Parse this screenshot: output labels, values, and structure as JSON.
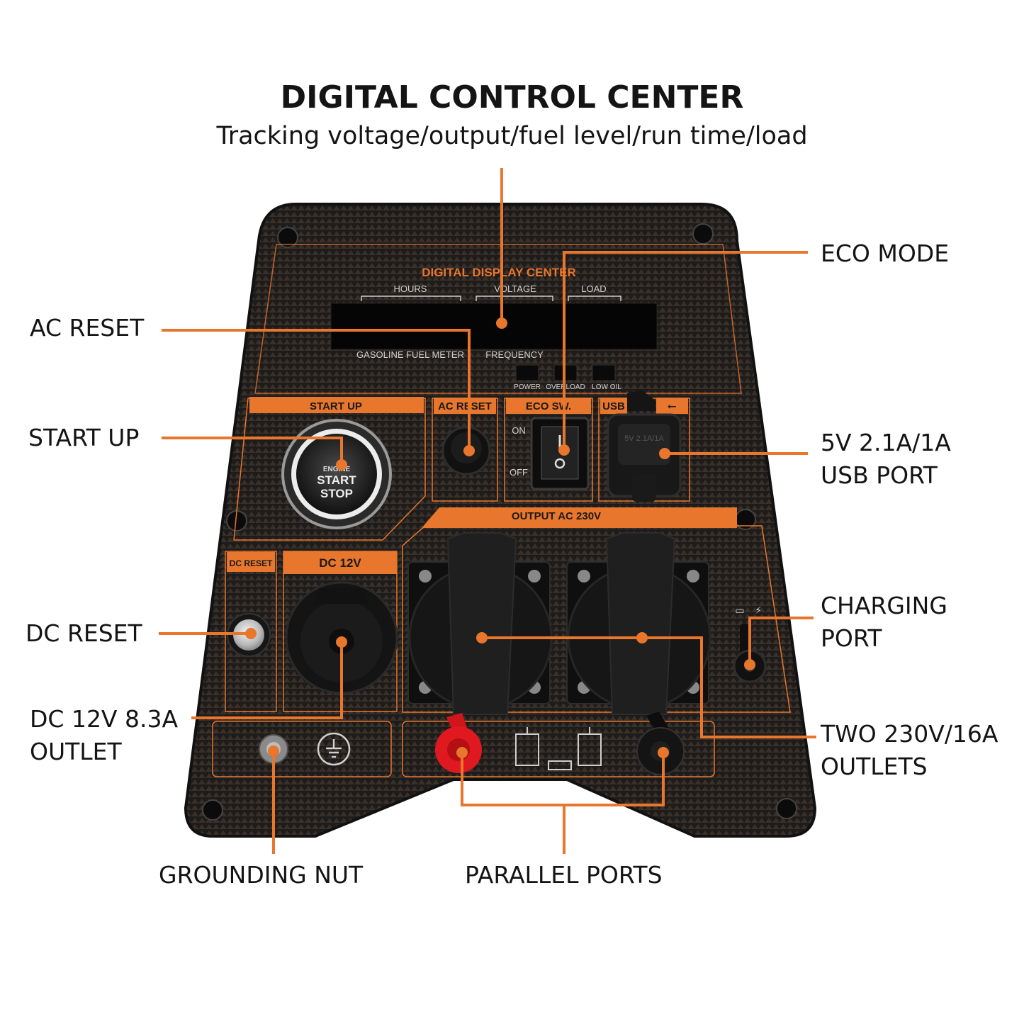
{
  "header": {
    "title": "DIGITAL CONTROL CENTER",
    "subtitle": "Tracking voltage/output/fuel level/run time/load"
  },
  "colors": {
    "accent": "#e8762c",
    "panel": "#1c1a19",
    "text": "#141414"
  },
  "callouts": {
    "eco_mode": "ECO MODE",
    "ac_reset": "AC RESET",
    "start_up": "START UP",
    "usb_line1": "5V 2.1A/1A",
    "usb_line2": "USB PORT",
    "dc_reset": "DC RESET",
    "charging_line1": "CHARGING",
    "charging_line2": "PORT",
    "dc_outlet_line1": "DC 12V 8.3A",
    "dc_outlet_line2": "OUTLET",
    "outlets_line1": "TWO 230V/16A",
    "outlets_line2": "OUTLETS",
    "grounding_nut": "GROUNDING NUT",
    "parallel_ports": "PARALLEL PORTS"
  },
  "panel": {
    "display_title": "DIGITAL DISPLAY CENTER",
    "display_labels": {
      "hours": "HOURS",
      "voltage": "VOLTAGE",
      "load": "LOAD",
      "fuel": "GASOLINE FUEL METER",
      "frequency": "FREQUENCY"
    },
    "indicators": {
      "power": "POWER",
      "overload": "OVERLOAD",
      "low_oil": "LOW OIL"
    },
    "sections": {
      "start_up": "START UP",
      "ac_reset": "AC RESET",
      "eco_sw": "ECO SW.",
      "usb": "USB",
      "output": "OUTPUT AC 230V",
      "dc_reset": "DC RESET",
      "dc_12v": "DC 12V"
    },
    "switch": {
      "on": "ON",
      "off": "OFF"
    },
    "start_button": {
      "line1": "ENGINE",
      "line2": "START",
      "line3": "STOP"
    },
    "usb_cap_text": "5V 2.1A/1A"
  }
}
